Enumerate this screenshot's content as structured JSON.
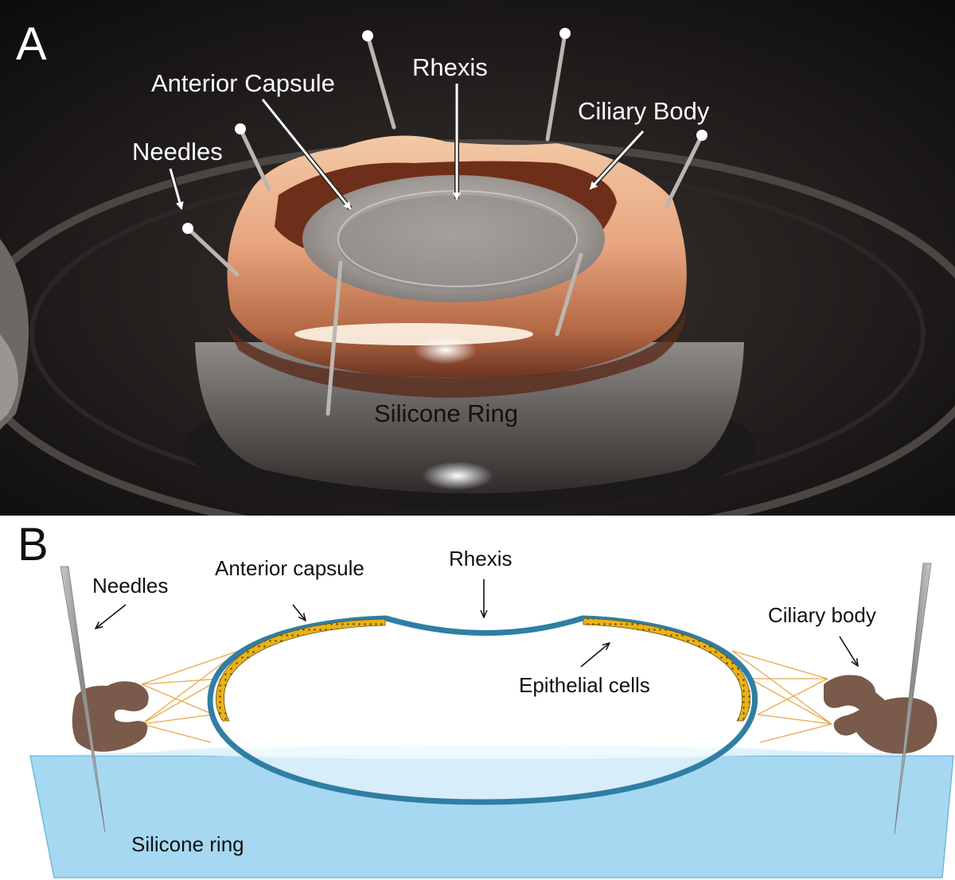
{
  "panel_a": {
    "letter": "A",
    "labels": {
      "anterior_capsule": "Anterior Capsule",
      "rhexis": "Rhexis",
      "ciliary_body": "Ciliary Body",
      "needles": "Needles",
      "silicone_ring": "Silicone Ring"
    }
  },
  "panel_b": {
    "letter": "B",
    "labels": {
      "needles": "Needles",
      "anterior_capsule": "Anterior capsule",
      "rhexis": "Rhexis",
      "ciliary_body": "Ciliary body",
      "epithelial_cells": "Epithelial cells",
      "silicone_ring": "Silicone ring"
    }
  },
  "colors": {
    "capsule": "#2f7ea3",
    "epithelium": "#e8b21a",
    "zonules": "#e8a84a",
    "ciliary_body": "#7a5a4a",
    "silicone_ring": "#a6d8f2",
    "needle": "#9a9a9a"
  }
}
